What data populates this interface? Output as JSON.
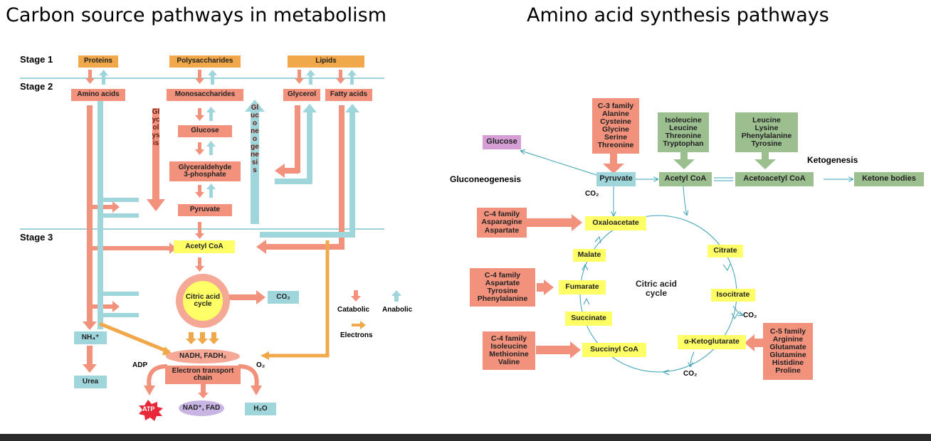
{
  "left": {
    "title": "Carbon source pathways in metabolism",
    "stages": [
      "Stage 1",
      "Stage 2",
      "Stage 3"
    ],
    "proteins": "Proteins",
    "polysaccharides": "Polysaccharides",
    "lipids": "Lipids",
    "amino_acids": "Amino acids",
    "monosaccharides": "Monosaccharides",
    "glycerol": "Glycerol",
    "fatty_acids": "Fatty acids",
    "glucose": "Glucose",
    "glyceraldehyde": "Glyceraldehyde\n3-phosphate",
    "pyruvate": "Pyruvate",
    "acetyl_coa": "Acetyl CoA",
    "citric_acid_cycle": "Citric acid\ncycle",
    "co2": "CO₂",
    "nh4": "NH₄⁺",
    "urea": "Urea",
    "nadh": "NADH, FADH₂",
    "etc": "Electron transport\nchain",
    "adp": "ADP",
    "o2": "O₂",
    "atp": "ATP",
    "nad": "NAD⁺, FAD",
    "h2o": "H₂O",
    "glycolysis": "Glycolysis",
    "gluconeogenesis": "Gluconeogenesis",
    "legend_catabolic": "Catabolic",
    "legend_anabolic": "Anabolic",
    "legend_electrons": "Electrons",
    "colors": {
      "catabolic": "#f3927c",
      "anabolic": "#9fd6dc",
      "electrons": "#f0a84a",
      "stage_line": "#7cc6cf"
    }
  },
  "right": {
    "title": "Amino acid synthesis pathways",
    "glucose": "Glucose",
    "gluconeogenesis": "Gluconeogenesis",
    "c3_family": "C-3 family\nAlanine\nCysteine\nGlycine\nSerine\nThreonine",
    "ile_group": "Isoleucine\nLeucine\nThreonine\nTryptophan",
    "leu_group": "Leucine\nLysine\nPhenylalanine\nTyrosine",
    "ketogenesis": "Ketogenesis",
    "pyruvate": "Pyruvate",
    "acetyl_coa": "Acetyl CoA",
    "acetoacetyl_coa": "Acetoacetyl CoA",
    "ketone_bodies": "Ketone bodies",
    "co2": "CO₂",
    "c4_family_1": "C-4 family\nAsparagine\nAspartate",
    "oxaloacetate": "Oxaloacetate",
    "malate": "Malate",
    "citrate": "Citrate",
    "c4_family_2": "C-4 family\nAspartate\nTyrosine\nPhenylalanine",
    "fumarate": "Fumarate",
    "citric_acid_cycle": "Citric acid\ncycle",
    "isocitrate": "Isocitrate",
    "succinate": "Succinate",
    "c4_family_3": "C-4 family\nIsoleucine\nMethionine\nValine",
    "succinyl_coa": "Succinyl CoA",
    "ketoglutarate": "α-Ketoglutarate",
    "c5_family": "C-5 family\nArginine\nGlutamate\nGlutamine\nHistidine\nProline"
  }
}
